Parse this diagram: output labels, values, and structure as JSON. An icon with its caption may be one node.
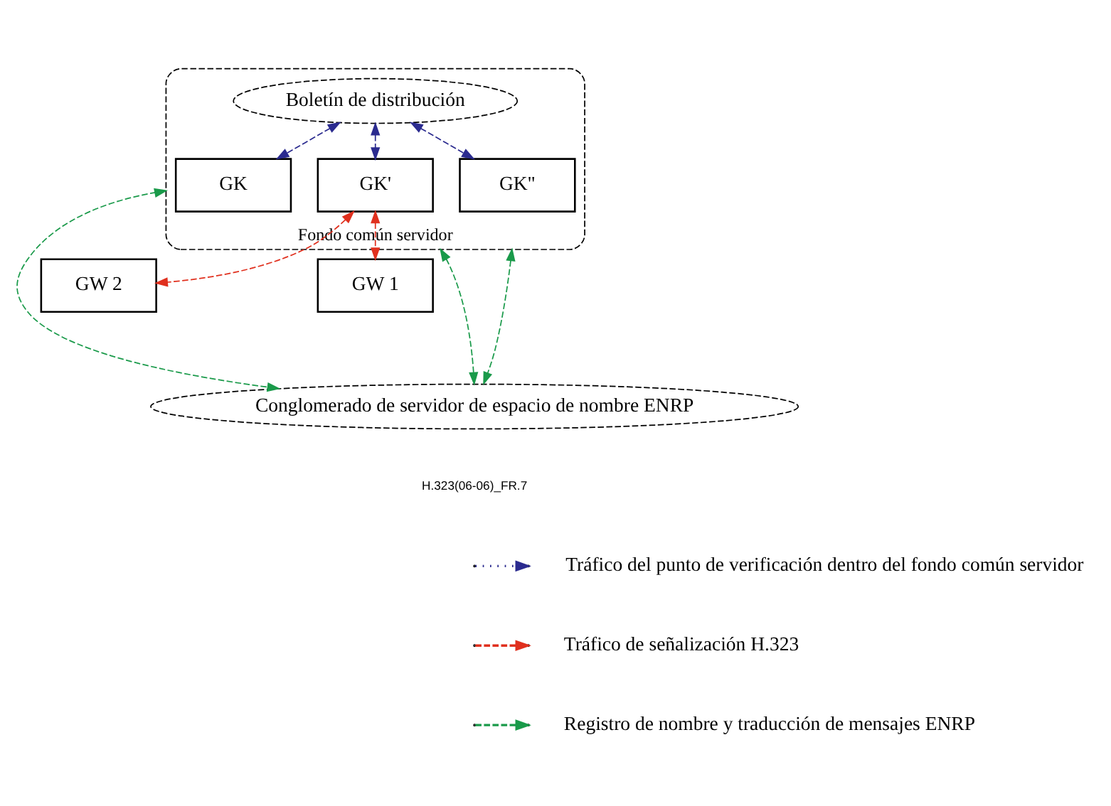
{
  "diagram": {
    "nodes": [
      {
        "text": [
          "Fondo común servidor"
        ]
      },
      {
        "text": [
          "Boletín de distribución"
        ],
        "in": 0
      },
      {
        "text": [
          "GK"
        ],
        "in": 0
      },
      {
        "text": [
          "GK'"
        ],
        "in": 0
      },
      {
        "text": [
          "GK\""
        ],
        "in": 0
      },
      {
        "text": [
          "GW 2"
        ]
      },
      {
        "text": [
          "GW 1"
        ]
      },
      {
        "text": [
          "Conglomerado de servidor de espacio de nombre ENRP"
        ]
      }
    ],
    "edges": [
      {
        "from": 1,
        "to": 2,
        "arrow": "both",
        "style": "dashed",
        "color": "#2b2b8f"
      },
      {
        "from": 1,
        "to": 3,
        "arrow": "both",
        "style": "dashed",
        "color": "#2b2b8f"
      },
      {
        "from": 1,
        "to": 4,
        "arrow": "both",
        "style": "dashed",
        "color": "#2b2b8f"
      },
      {
        "from": 3,
        "to": 5,
        "arrow": "both",
        "style": "dashed",
        "color": "#e0301e"
      },
      {
        "from": 3,
        "to": 6,
        "arrow": "both",
        "style": "dashed",
        "color": "#e0301e"
      },
      {
        "from": 0,
        "to": 7,
        "arrow": "both",
        "style": "dashed",
        "color": "#1a9a4a"
      },
      {
        "from": 0,
        "to": 7,
        "arrow": "both",
        "style": "dashed",
        "color": "#1a9a4a"
      },
      {
        "from": 0,
        "to": 7,
        "arrow": "both",
        "style": "dashed",
        "color": "#1a9a4a"
      }
    ],
    "labels": [
      "H.323(06-06)_FR.7"
    ],
    "legend": [
      {
        "text": "Tráfico del punto de verificación dentro del fondo común servidor"
      },
      {
        "text": "Tráfico de señalización H.323"
      },
      {
        "text": "Registro de nombre y traducción de mensajes ENRP"
      }
    ]
  }
}
